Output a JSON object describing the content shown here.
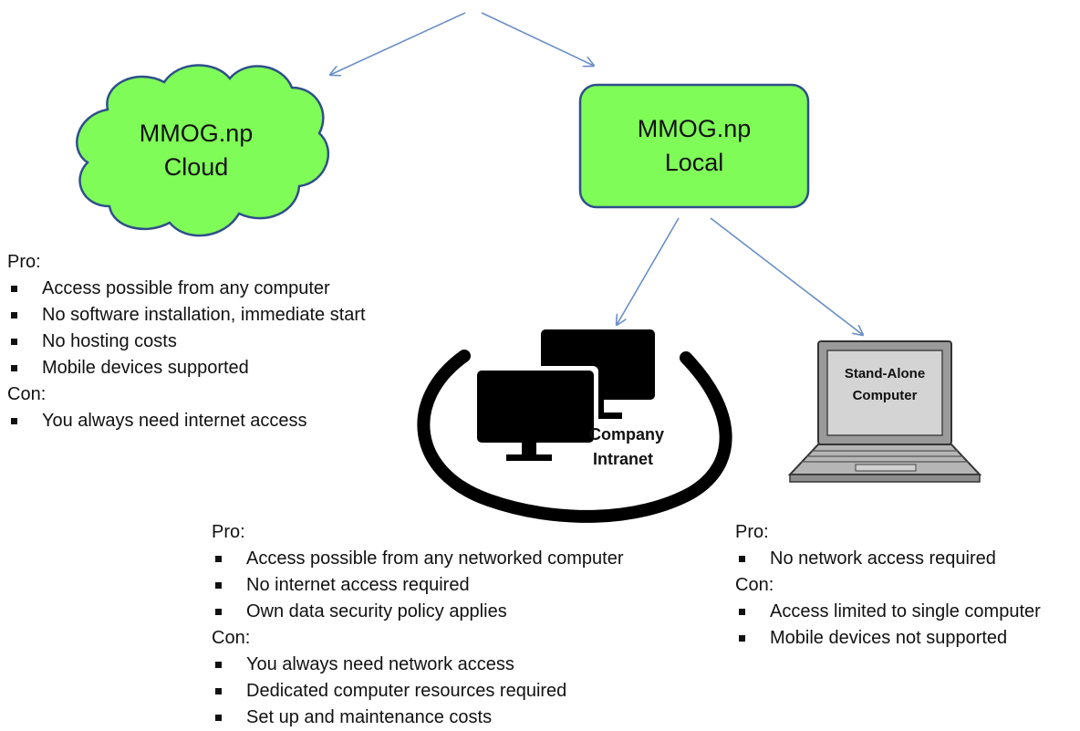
{
  "nodes": {
    "cloud": {
      "line1": "MMOG.np",
      "line2": "Cloud",
      "fill": "#7ffc58",
      "stroke": "#2f4f8a"
    },
    "local": {
      "line1": "MMOG.np",
      "line2": "Local",
      "fill": "#7ffc58",
      "stroke": "#2f4f8a"
    }
  },
  "pictures": {
    "intranet": {
      "line1": "Company",
      "line2": "Intranet"
    },
    "standalone": {
      "line1": "Stand-Alone",
      "line2": "Computer"
    }
  },
  "arrow_color": "#6a8fc7",
  "cloud_notes": {
    "pro_label": "Pro:",
    "pros": [
      "Access possible from any computer",
      "No software installation, immediate start",
      "No hosting costs",
      "Mobile devices supported"
    ],
    "con_label": "Con:",
    "cons": [
      "You always need internet access"
    ]
  },
  "intranet_notes": {
    "pro_label": "Pro:",
    "pros": [
      "Access possible from any networked computer",
      "No internet access required",
      "Own data security policy applies"
    ],
    "con_label": "Con:",
    "cons": [
      "You always need network access",
      "Dedicated computer resources required",
      "Set up and maintenance costs"
    ]
  },
  "standalone_notes": {
    "pro_label": "Pro:",
    "pros": [
      "No network access required"
    ],
    "con_label": "Con:",
    "cons": [
      "Access limited to single computer",
      "Mobile devices not supported"
    ]
  }
}
